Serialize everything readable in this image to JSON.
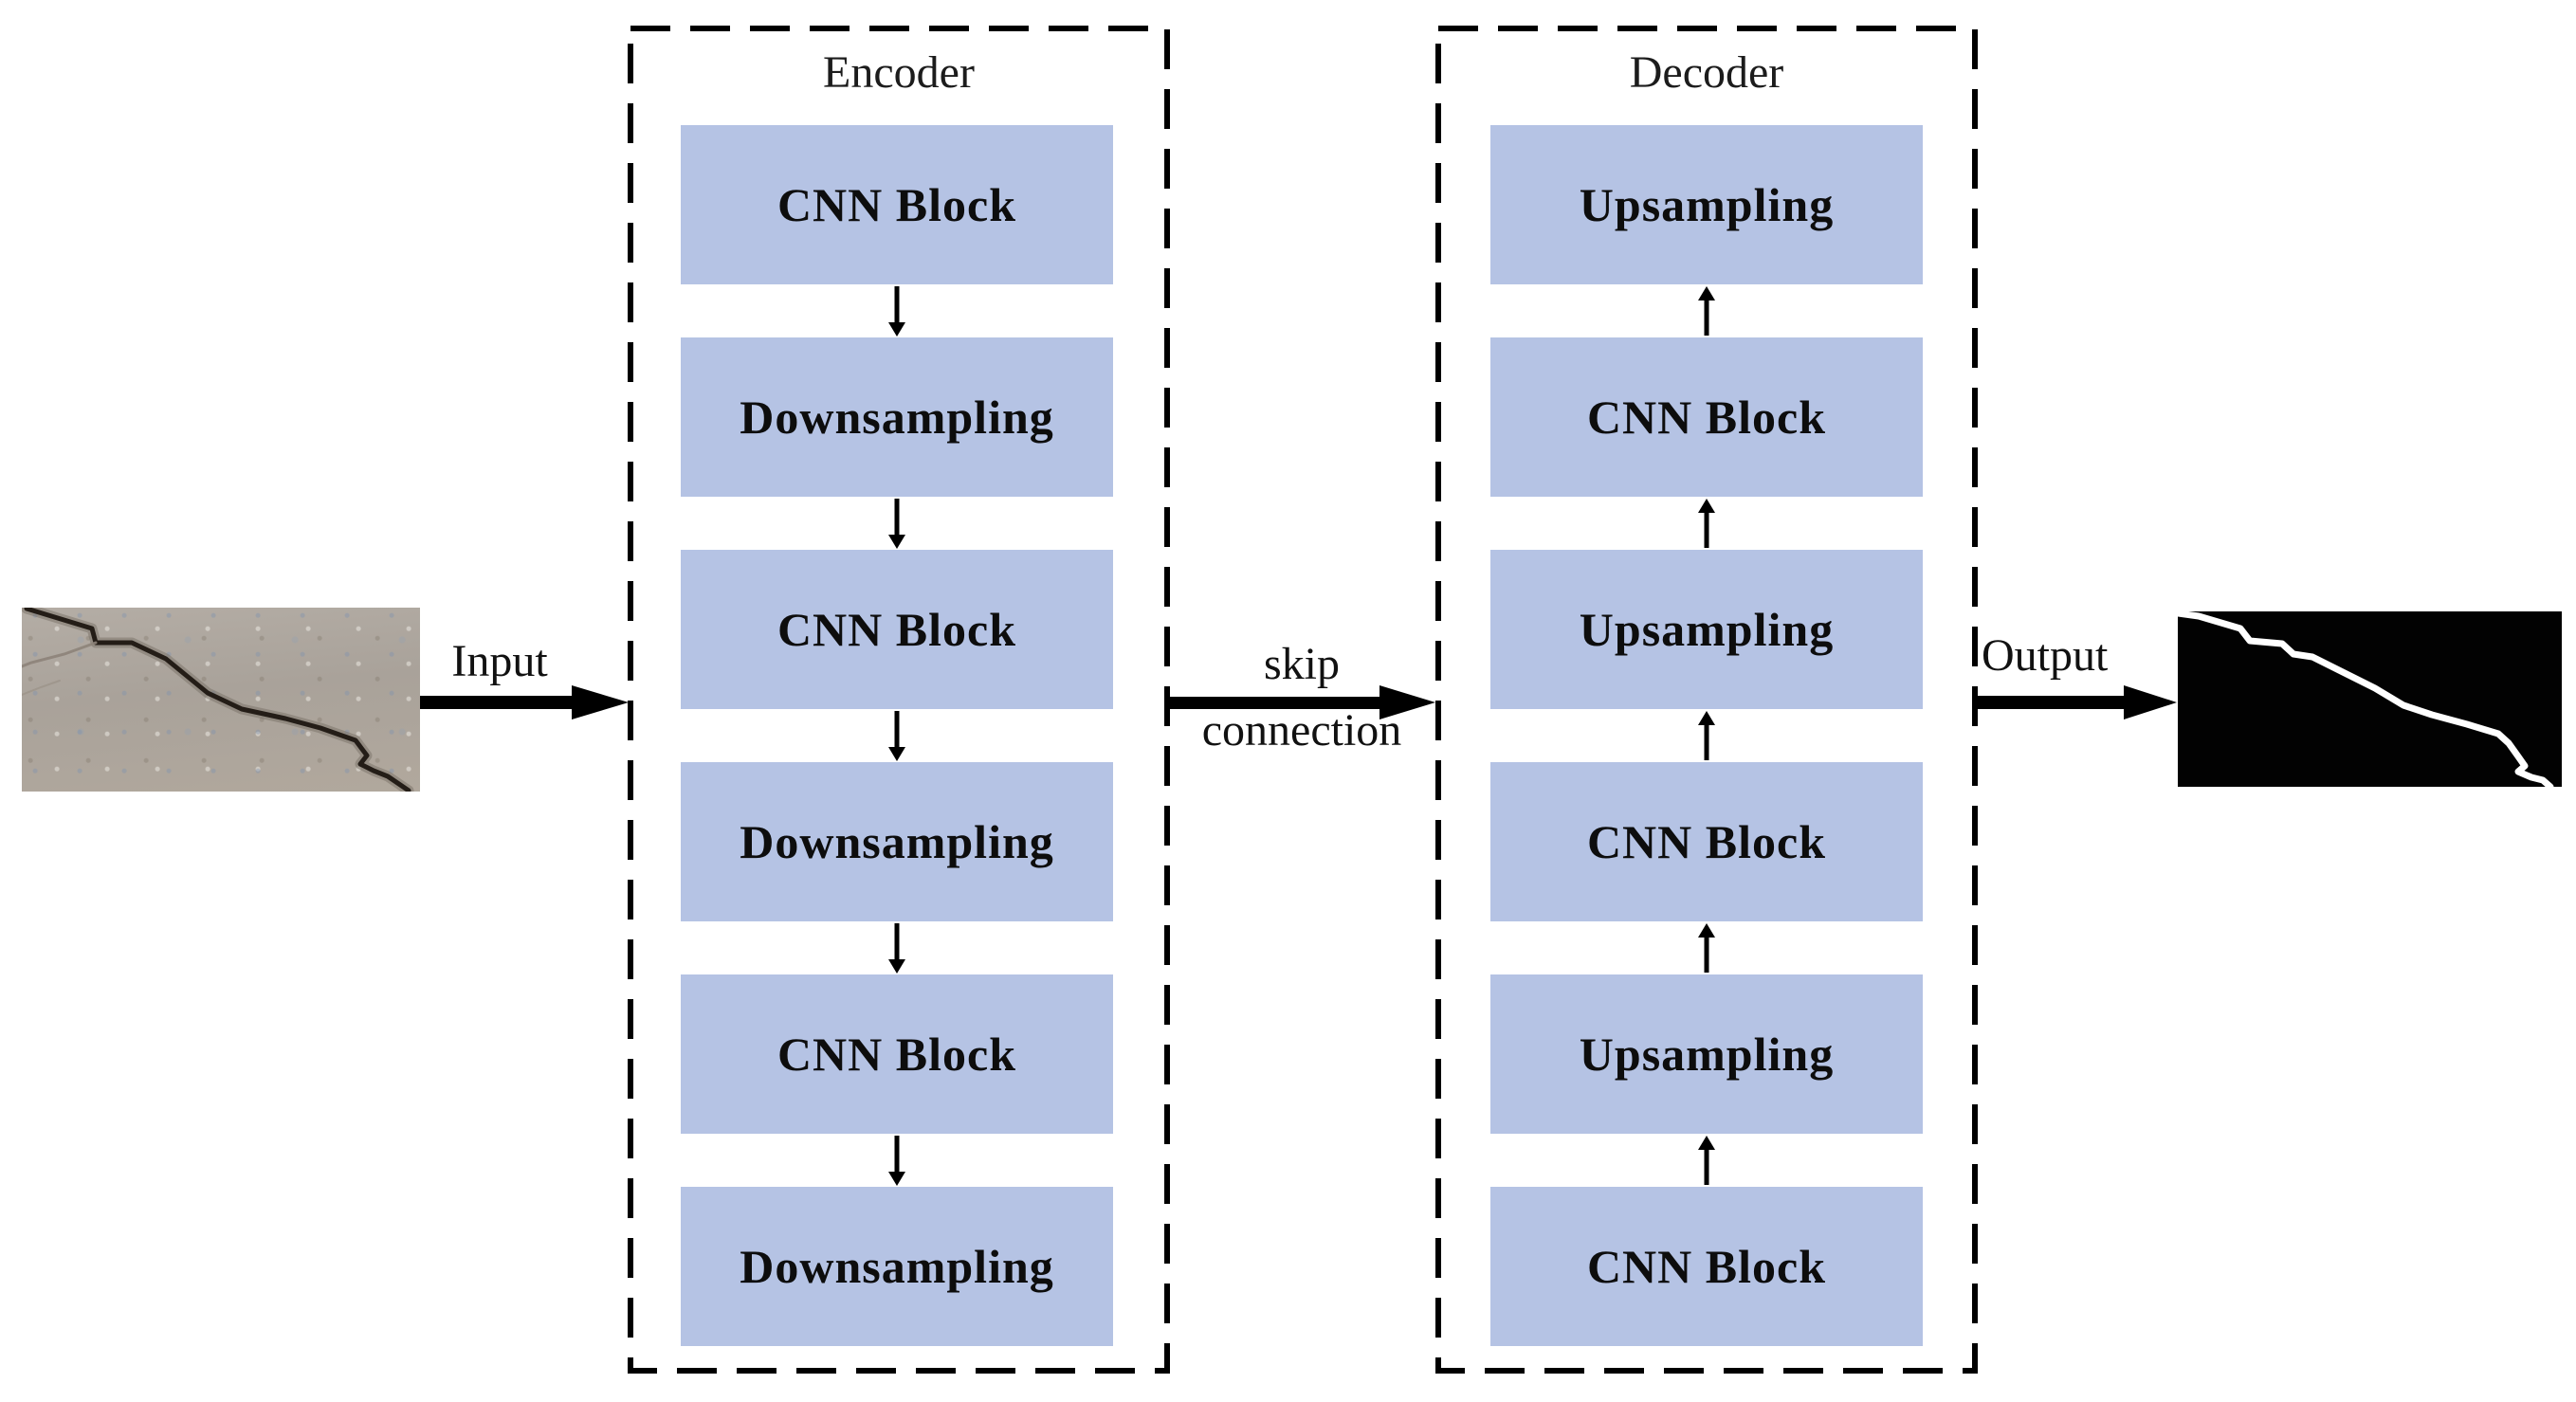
{
  "colors": {
    "line": "#000000",
    "block_fill": "#b5c3e4",
    "mask_bg": "#020202",
    "crack": "#ffffff",
    "photo_base": "#aca59c"
  },
  "io": {
    "input_label": "Input",
    "output_label": "Output"
  },
  "encoder": {
    "title": "Encoder",
    "blocks": [
      {
        "label": "CNN Block"
      },
      {
        "label": "Downsampling"
      },
      {
        "label": "CNN Block"
      },
      {
        "label": "Downsampling"
      },
      {
        "label": "CNN Block"
      },
      {
        "label": "Downsampling"
      }
    ]
  },
  "skip": {
    "line1": "skip",
    "line2": "connection"
  },
  "decoder": {
    "title": "Decoder",
    "blocks": [
      {
        "label": "Upsampling"
      },
      {
        "label": "CNN Block"
      },
      {
        "label": "Upsampling"
      },
      {
        "label": "CNN Block"
      },
      {
        "label": "Upsampling"
      },
      {
        "label": "CNN Block"
      }
    ]
  }
}
